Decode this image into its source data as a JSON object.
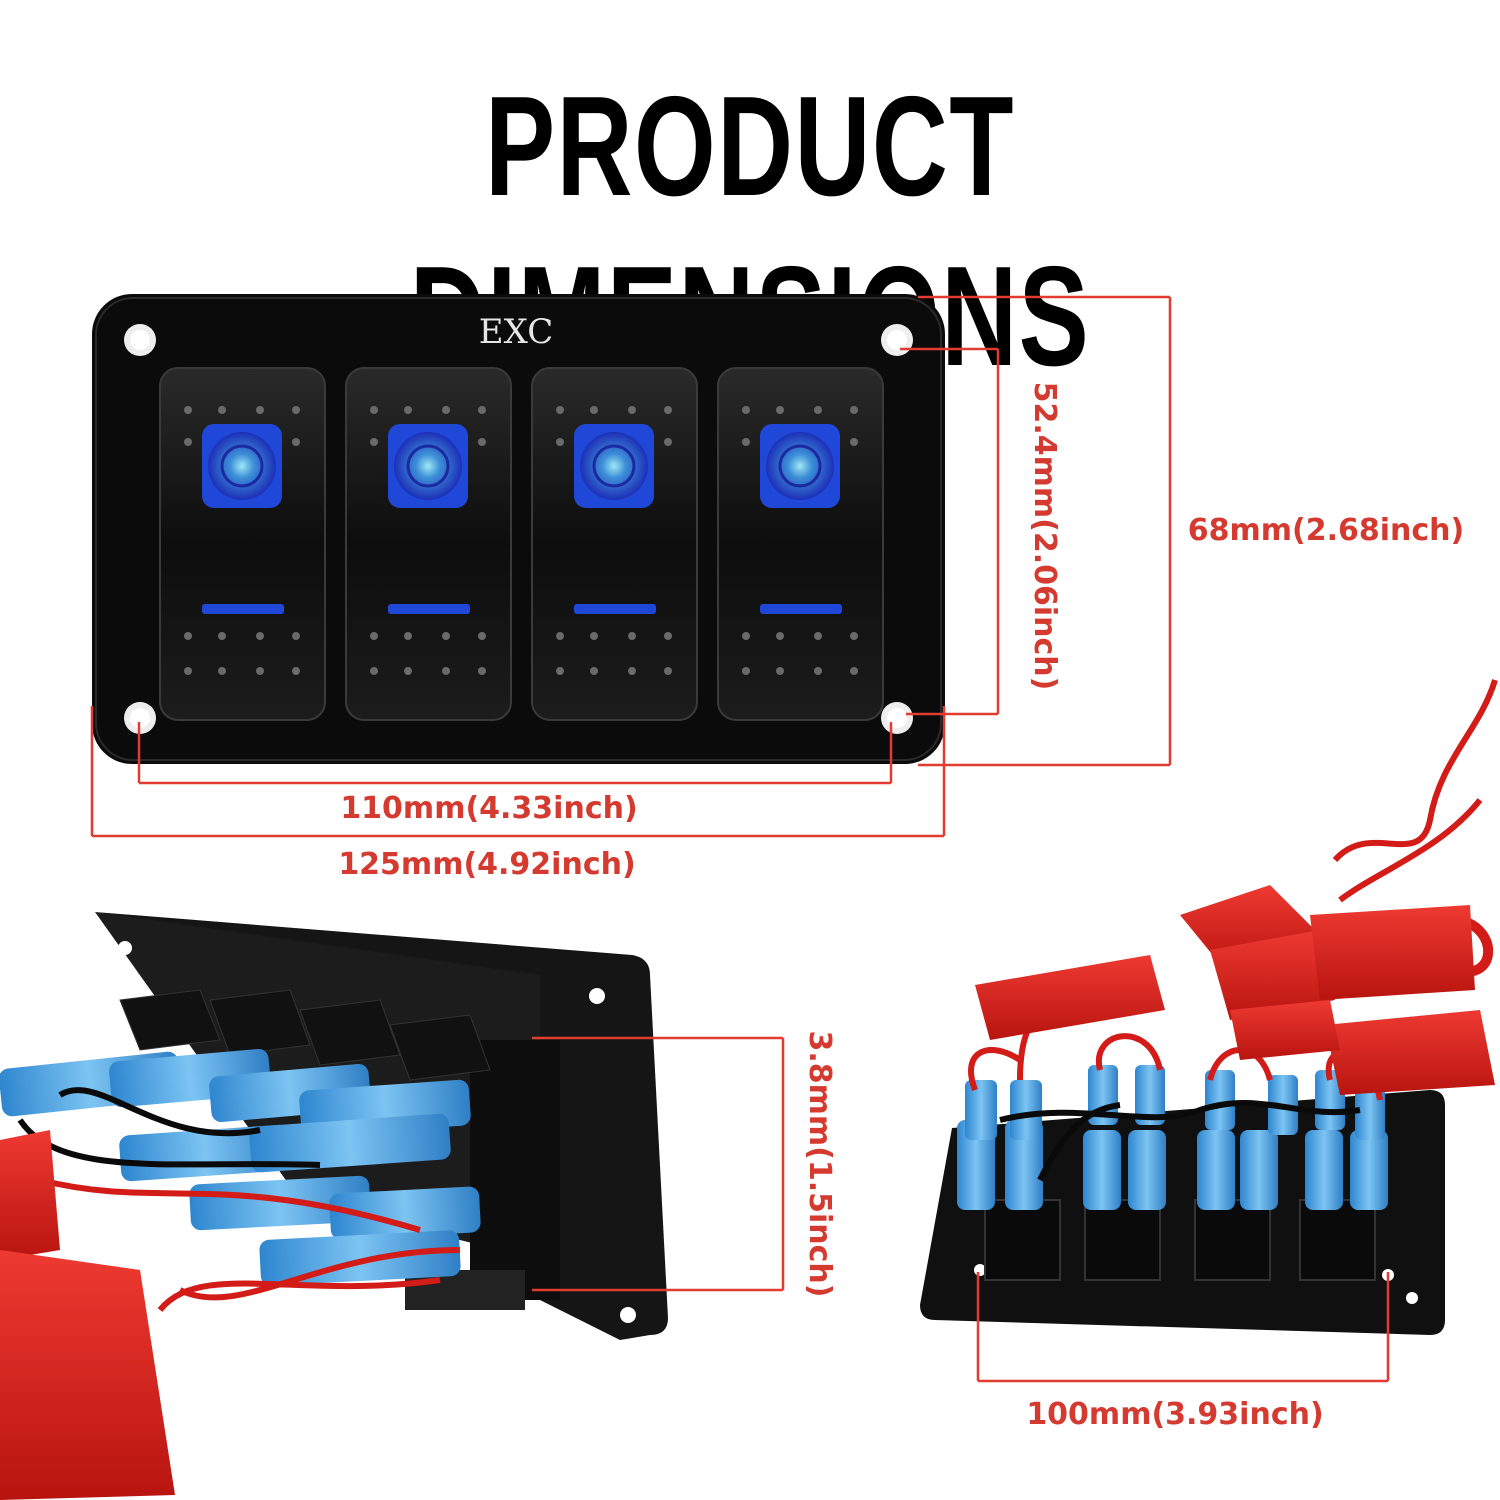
{
  "title": "PRODUCT DIMENSIONS",
  "logo_text": "EXC",
  "switch_count": 4,
  "dimensions": {
    "panel_width": "125mm(4.92inch)",
    "hole_spacing_horizontal": "110mm(4.33inch)",
    "panel_height": "68mm(2.68inch)",
    "hole_spacing_vertical": "52.4mm(2.06inch)",
    "panel_thickness_depth": "3.8mm(1.5inch)",
    "rear_hole_spacing": "100mm(3.93inch)"
  },
  "colors": {
    "dimension_lines": "#e23b2f",
    "panel": "#0b0b0b",
    "indicator_blue": "#1f48d8",
    "terminal_blue": "#4aa3e0",
    "fuse_holder_red": "#d8201c"
  }
}
